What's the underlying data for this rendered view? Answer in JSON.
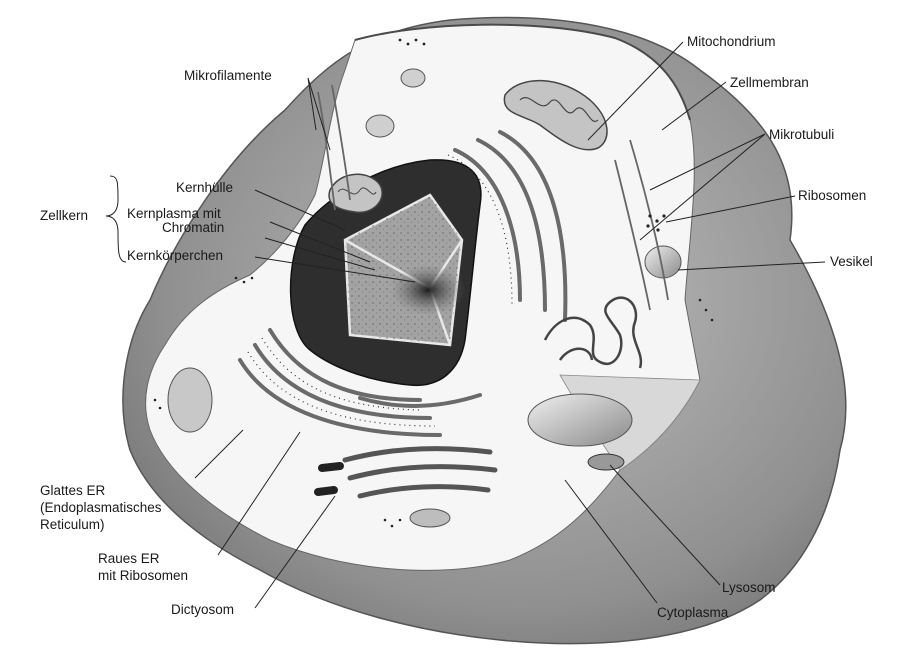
{
  "labels": {
    "mikrofilamente": "Mikrofilamente",
    "zellkern": "Zellkern",
    "kernhuelle": "Kernhülle",
    "kernplasma_1": "Kernplasma mit",
    "kernplasma_2": "Chromatin",
    "kernkoerperchen": "Kernkörperchen",
    "glattes_er_1": "Glattes ER",
    "glattes_er_2": "(Endoplasmatisches",
    "glattes_er_3": "Reticulum)",
    "raues_er_1": "Raues ER",
    "raues_er_2": "mit Ribosomen",
    "dictyosom": "Dictyosom",
    "mitochondrium": "Mitochondrium",
    "zellmembran": "Zellmembran",
    "mikrotubuli": "Mikrotubuli",
    "ribosomen": "Ribosomen",
    "vesikel": "Vesikel",
    "lysosom": "Lysosom",
    "cytoplasma": "Cytoplasma"
  },
  "colors": {
    "membrane_outer": "#8f8f8f",
    "membrane_dark": "#6e6e6e",
    "cytoplasm": "#f7f7f7",
    "nucleus_envelope": "#2b2b2b",
    "nucleoplasm": "#9a9a9a",
    "organelle": "#b5b5b5"
  }
}
